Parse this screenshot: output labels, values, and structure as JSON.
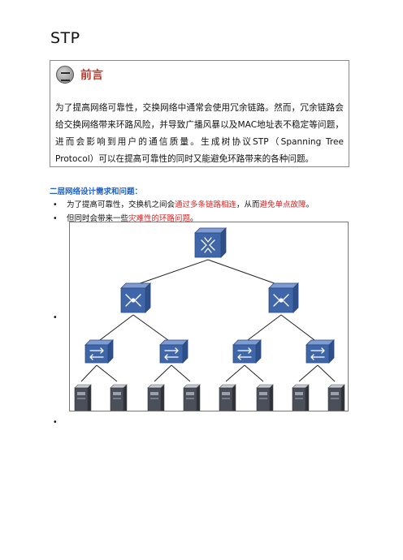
{
  "doc": {
    "title": "STP",
    "preface": {
      "icon": "notebook-icon",
      "title": "前言",
      "body": "为了提高网络可靠性，交换网络中通常会使用冗余链路。然而，冗余链路会给交换网络带来环路风险，并导致广播风暴以及MAC地址表不稳定等问题，进而会影响到用户的通信质量。生成树协议STP（Spanning Tree Protocol）可以在提高可靠性的同时又能避免环路带来的各种问题。"
    },
    "section_heading": "二层网络设计需求和问题：",
    "bullets": [
      {
        "bullet": "•",
        "segments": [
          {
            "text": "为了提高可靠性，交换机之间会",
            "color": "#111111"
          },
          {
            "text": "通过多条链路相连",
            "color": "#e02020"
          },
          {
            "text": "，从而",
            "color": "#111111"
          },
          {
            "text": "避免单点故障",
            "color": "#e02020"
          },
          {
            "text": "。",
            "color": "#111111"
          }
        ]
      },
      {
        "bullet": "•",
        "segments": [
          {
            "text": "但同时会带来一些",
            "color": "#111111"
          },
          {
            "text": "灾难性的环路问题",
            "color": "#e02020"
          },
          {
            "text": "。",
            "color": "#111111"
          }
        ]
      }
    ],
    "empty_bullets": [
      "•",
      "•"
    ],
    "diagram": {
      "core": {
        "name": "core-router-icon"
      },
      "aggregation": [
        {
          "name": "aggregation-switch-icon"
        },
        {
          "name": "aggregation-switch-icon"
        }
      ],
      "access": [
        {
          "name": "access-switch-icon"
        },
        {
          "name": "access-switch-icon"
        },
        {
          "name": "access-switch-icon"
        },
        {
          "name": "access-switch-icon"
        }
      ],
      "servers": [
        {
          "name": "server-icon"
        },
        {
          "name": "server-icon"
        },
        {
          "name": "server-icon"
        },
        {
          "name": "server-icon"
        },
        {
          "name": "server-icon"
        },
        {
          "name": "server-icon"
        },
        {
          "name": "server-icon"
        },
        {
          "name": "server-icon"
        }
      ],
      "colors": {
        "device": "#3f66a8",
        "device_light": "#7e9cd4",
        "link": "#222222",
        "server": "#4a4f5a"
      }
    }
  }
}
